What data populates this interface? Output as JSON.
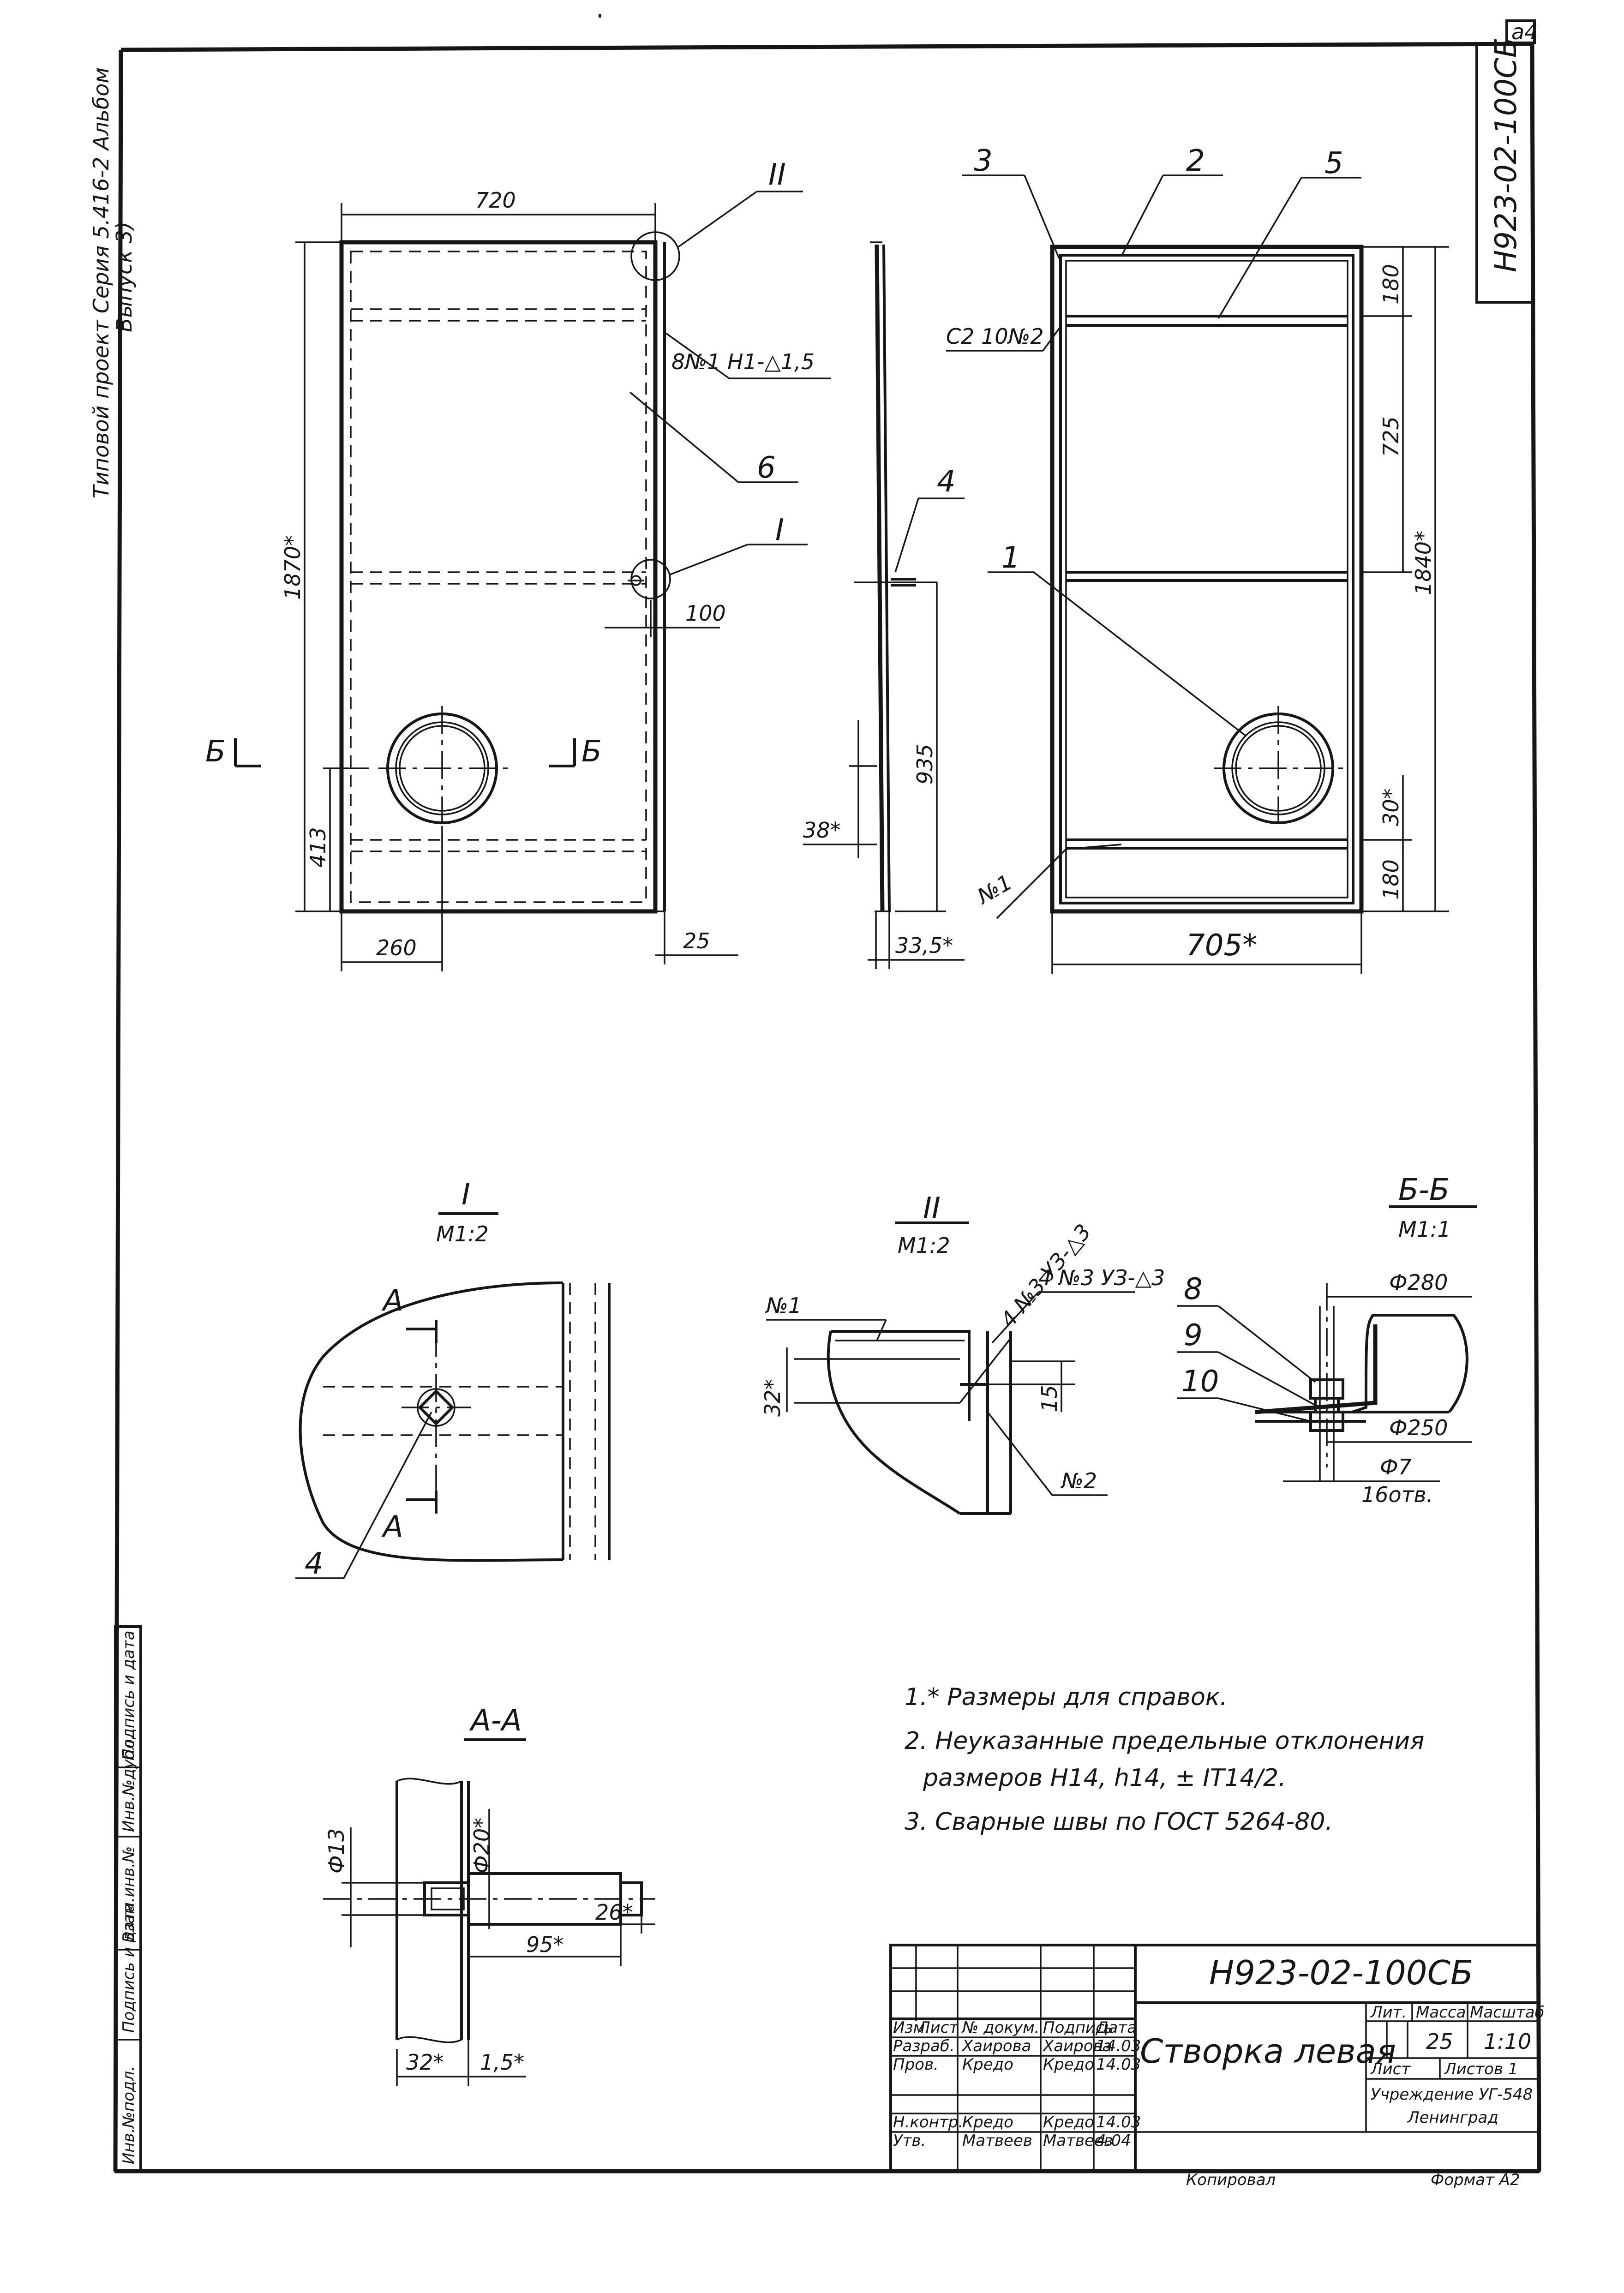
{
  "sheet": {
    "corner_mark": "а4",
    "album_stamp": [
      "Типовой проект Серия 5.416-2 Альбом",
      "Выпуск 3)"
    ],
    "doc_code": "Н923-02-100СБ"
  },
  "front_view": {
    "dims": {
      "width": "720",
      "height": "1870*",
      "bottom_pos": "413",
      "circle_x": "260",
      "hinge_offset": "100",
      "edge": "25"
    },
    "weld": "8№1  Н1-△1,5",
    "leaders": {
      "part6": "6",
      "node1": "I",
      "node2": "II"
    },
    "section_mark": "Б"
  },
  "side_view": {
    "part4": "4",
    "dims": {
      "hinge_height": "935",
      "stand": "38*",
      "thick": "33,5*"
    }
  },
  "back_view": {
    "parts": {
      "p1": "1",
      "p2": "2",
      "p3": "3",
      "p5": "5"
    },
    "weld_top": "С2   10№2",
    "weld_bottom": "№1",
    "dims": {
      "top": "180",
      "mid": "725",
      "height": "1840*",
      "r1": "30*",
      "bottom": "180",
      "width": "705*"
    }
  },
  "detail_I": {
    "title": "I",
    "scale": "М1:2",
    "section_mark": "А",
    "part": "4"
  },
  "detail_II": {
    "title": "II",
    "scale": "М1:2",
    "weld_top": "4 №3   УЗ-△3",
    "weld_left": "№1",
    "weld_right": "№2",
    "dim_left": "32*",
    "dim_right": "15"
  },
  "detail_BB": {
    "title": "Б-Б",
    "scale": "М1:1",
    "parts": [
      "8",
      "9",
      "10"
    ],
    "d_outer": "Ф280",
    "d_inner": "Ф250",
    "hole": "Ф7",
    "holes_count": "16отв."
  },
  "detail_AA": {
    "title": "А-А",
    "d_small": "Ф13",
    "d_big": "Ф20*",
    "len": "95*",
    "end": "26*",
    "base": "32*",
    "gap": "1,5*"
  },
  "notes": [
    "1.* Размеры для справок.",
    "2. Неуказанные предельные отклонения",
    "размеров Н14, h14, ± IT14/2.",
    "3. Сварные швы по ГОСТ 5264-80."
  ],
  "side_stamp": [
    "Инв.№подл.",
    "Подпись и дата",
    "Взам.инв.№",
    "Инв.№дубл.",
    "Подпись и дата"
  ],
  "title_block": {
    "code": "Н923-02-100СБ",
    "name": "Створка левая",
    "col_headers": [
      "Изм.",
      "Лист",
      "№ докум.",
      "Подпись",
      "Дата"
    ],
    "rows": [
      [
        "Разраб.",
        "Хаирова",
        "Хаирова",
        "14.03"
      ],
      [
        "Пров.",
        "Кредо",
        "Кредо",
        "14.03"
      ],
      [
        "Н.контр.",
        "Кредо",
        "Кредо",
        "14.03"
      ],
      [
        "Утв.",
        "Матвеев",
        "Матвеев",
        "4.04"
      ]
    ],
    "lit_label": "Лит.",
    "mass_label": "Масса",
    "scale_label": "Масштаб",
    "mass": "25",
    "scale": "1:10",
    "sheet_label": "Лист",
    "sheets_label": "Листов 1",
    "org": [
      "Учреждение УГ-548",
      "Ленинград"
    ],
    "copied": "Копировал",
    "format": "Формат А2"
  }
}
